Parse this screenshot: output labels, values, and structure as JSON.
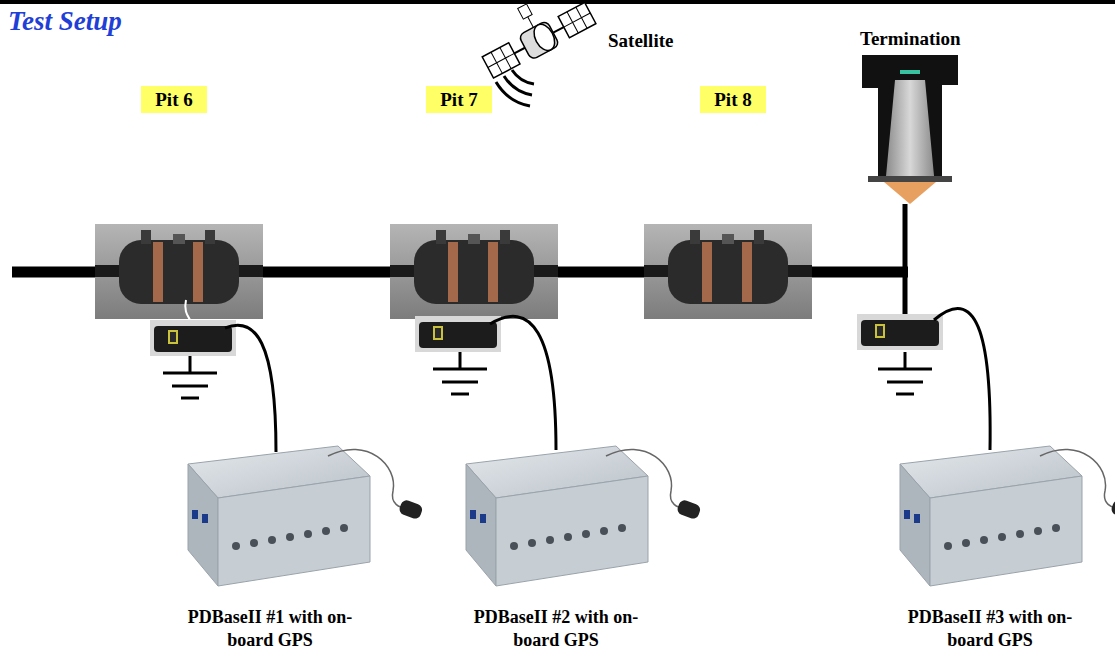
{
  "diagram": {
    "title": "Test Setup",
    "nodes": [
      {
        "text": [
          "Pit 6"
        ]
      },
      {
        "text": [
          "Pit 7"
        ]
      },
      {
        "text": [
          "Pit 8"
        ]
      },
      {
        "text": [
          "PDBaseII #1 with on-board GPS"
        ]
      },
      {
        "text": [
          "PDBaseII #2 with on-board GPS"
        ]
      },
      {
        "text": [
          "PDBaseII #3 with on-board GPS"
        ]
      }
    ],
    "labels": [
      "Satellite",
      "Termination"
    ]
  }
}
